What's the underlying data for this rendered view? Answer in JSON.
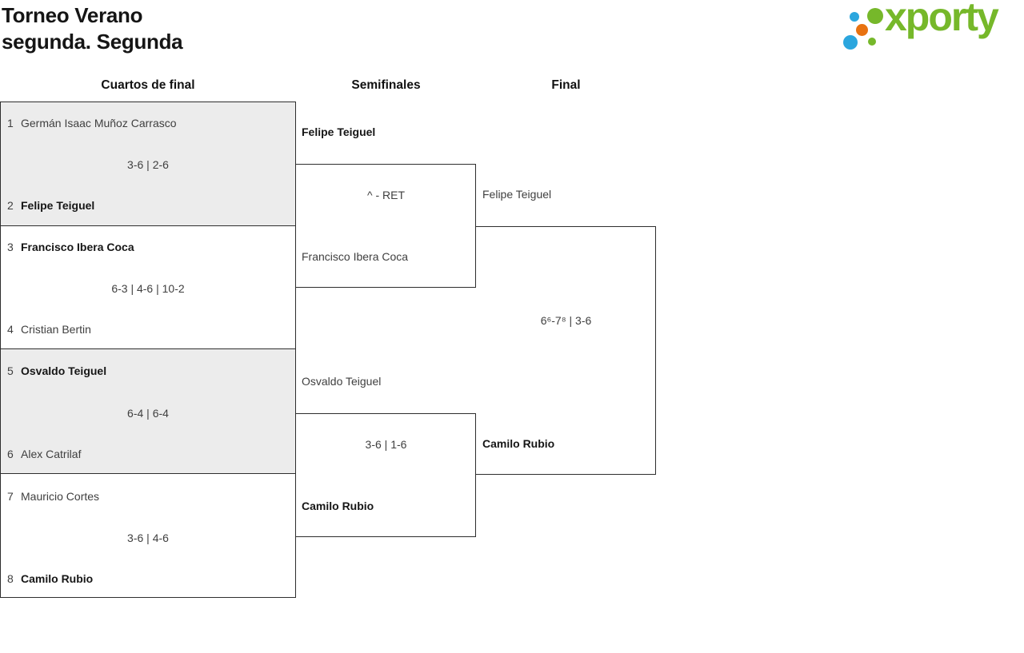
{
  "header": {
    "title_line1": "Torneo Verano",
    "title_line2": "segunda. Segunda"
  },
  "logo": {
    "wordmark": "xporty",
    "colors": {
      "green": "#76b82a",
      "blue": "#2ba6de",
      "orange": "#e87211"
    }
  },
  "round_headers": {
    "quarterfinals": "Cuartos de final",
    "semifinals": "Semifinales",
    "final": "Final"
  },
  "quarterfinals": [
    {
      "seed_top": "1",
      "player_top": "Germán Isaac Muñoz Carrasco",
      "top_winner": false,
      "score": "3-6 | 2-6",
      "seed_bottom": "2",
      "player_bottom": "Felipe Teiguel",
      "bottom_winner": true
    },
    {
      "seed_top": "3",
      "player_top": "Francisco Ibera Coca",
      "top_winner": true,
      "score": "6-3 | 4-6 | 10-2",
      "seed_bottom": "4",
      "player_bottom": "Cristian Bertin",
      "bottom_winner": false
    },
    {
      "seed_top": "5",
      "player_top": "Osvaldo Teiguel",
      "top_winner": true,
      "score": "6-4 | 6-4",
      "seed_bottom": "6",
      "player_bottom": "Alex Catrilaf",
      "bottom_winner": false
    },
    {
      "seed_top": "7",
      "player_top": "Mauricio Cortes",
      "top_winner": false,
      "score": "3-6 | 4-6",
      "seed_bottom": "8",
      "player_bottom": "Camilo Rubio",
      "bottom_winner": true
    }
  ],
  "semifinals": [
    {
      "player_top": "Felipe Teiguel",
      "top_winner": true,
      "score": "^ - RET",
      "player_bottom": "Francisco Ibera Coca",
      "bottom_winner": false
    },
    {
      "player_top": "Osvaldo Teiguel",
      "top_winner": false,
      "score": "3-6 | 1-6",
      "player_bottom": "Camilo Rubio",
      "bottom_winner": true
    }
  ],
  "final": {
    "player_top": "Felipe Teiguel",
    "top_winner": false,
    "score": "6⁶-7⁸ | 3-6",
    "player_bottom": "Camilo Rubio",
    "bottom_winner": true
  }
}
